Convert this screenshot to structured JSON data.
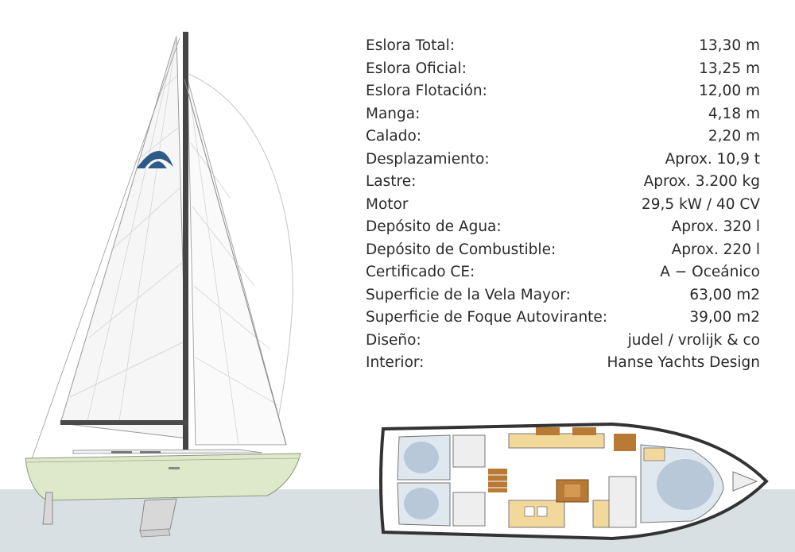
{
  "specs": [
    {
      "label": "Eslora Total:",
      "value": "13,30 m"
    },
    {
      "label": "Eslora Oficial:",
      "value": "13,25 m"
    },
    {
      "label": "Eslora Flotación:",
      "value": "12,00 m"
    },
    {
      "label": "Manga:",
      "value": "4,18 m"
    },
    {
      "label": "Calado:",
      "value": "2,20 m"
    },
    {
      "label": "Desplazamiento:",
      "value": "Aprox. 10,9 t"
    },
    {
      "label": "Lastre:",
      "value": "Aprox. 3.200 kg"
    },
    {
      "label": "Motor",
      "value": "29,5 kW / 40 CV"
    },
    {
      "label": "Depósito de Agua:",
      "value": "Aprox. 320 l"
    },
    {
      "label": "Depósito de Combustible:",
      "value": "Aprox. 220 l"
    },
    {
      "label": "Certificado CE:",
      "value": "A − Oceánico"
    },
    {
      "label": "Superficie de la Vela Mayor:",
      "value": "63,00 m2"
    },
    {
      "label": "Superficie de Foque Autovirante:",
      "value": "39,00 m2"
    },
    {
      "label": "Diseño:",
      "value": "judel / vrolijk & co"
    },
    {
      "label": "Interior:",
      "value": "Hanse Yachts Design"
    }
  ],
  "colors": {
    "hull": "#dde9c9",
    "water": "#d8e0e3",
    "logo": "#2d5a86",
    "wood": "#b87a35",
    "cushion": "#f3d89c",
    "berth": "#b8c8d8"
  },
  "icons": {
    "logo": "hanse-wave-logo",
    "sailboat": "sailboat-profile-drawing",
    "layout": "deck-layout-plan"
  }
}
